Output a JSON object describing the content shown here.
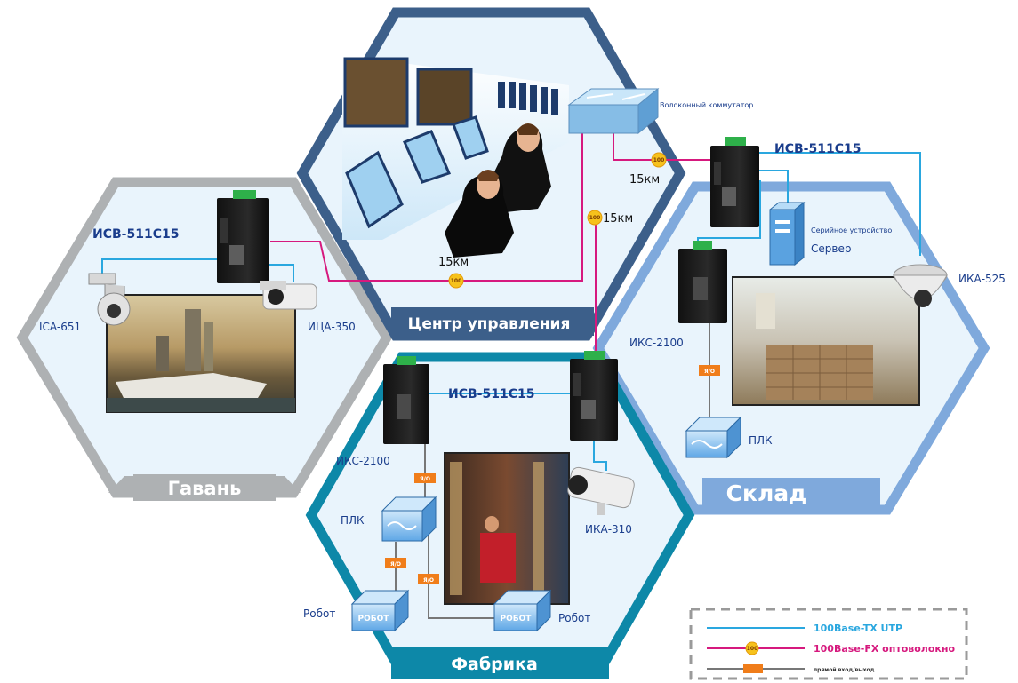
{
  "colors": {
    "utp": "#2aa7df",
    "fiber": "#d6197e",
    "io": "#777777",
    "badge": "#f6c21c",
    "io_badge": "#f07d1a",
    "harbor": "#aeb1b3",
    "control": "#3c5f8a",
    "warehouse": "#7fa9dc",
    "factory": "#0d88a8"
  },
  "zones": {
    "harbor": "Гавань",
    "control": "Центр управления",
    "warehouse": "Склад",
    "factory": "Фабрика"
  },
  "devices": {
    "fiber_switch": "Волоконный коммутатор",
    "harbor_switch": "ИСВ-511С15",
    "warehouse_switch": "ИСВ-511С15",
    "factory_switch": "ИСВ-511С15",
    "harbor_cam_left": "ICA-651",
    "harbor_cam_right": "ИЦА-350",
    "warehouse_converter": "ИКС-2100",
    "serial_device": "Серийное устройство",
    "server": "Сервер",
    "warehouse_cam": "ИКА-525",
    "warehouse_plc": "ПЛК",
    "factory_converter": "ИКС-2100",
    "factory_plc": "ПЛК",
    "factory_cam": "ИКА-310",
    "robot_left": "Робот",
    "robot_right": "Робот",
    "robot_box": "РОБОТ"
  },
  "distances": {
    "harbor_link": "15км",
    "warehouse_link": "15км",
    "factory_link": "15км"
  },
  "badges": {
    "fiber_badge": "100",
    "io_badge": "Я/О"
  },
  "legend": {
    "utp": "100Base-TX UTP",
    "fiber": "100Base-FX оптоволокно",
    "io": "прямой вход/выход"
  }
}
